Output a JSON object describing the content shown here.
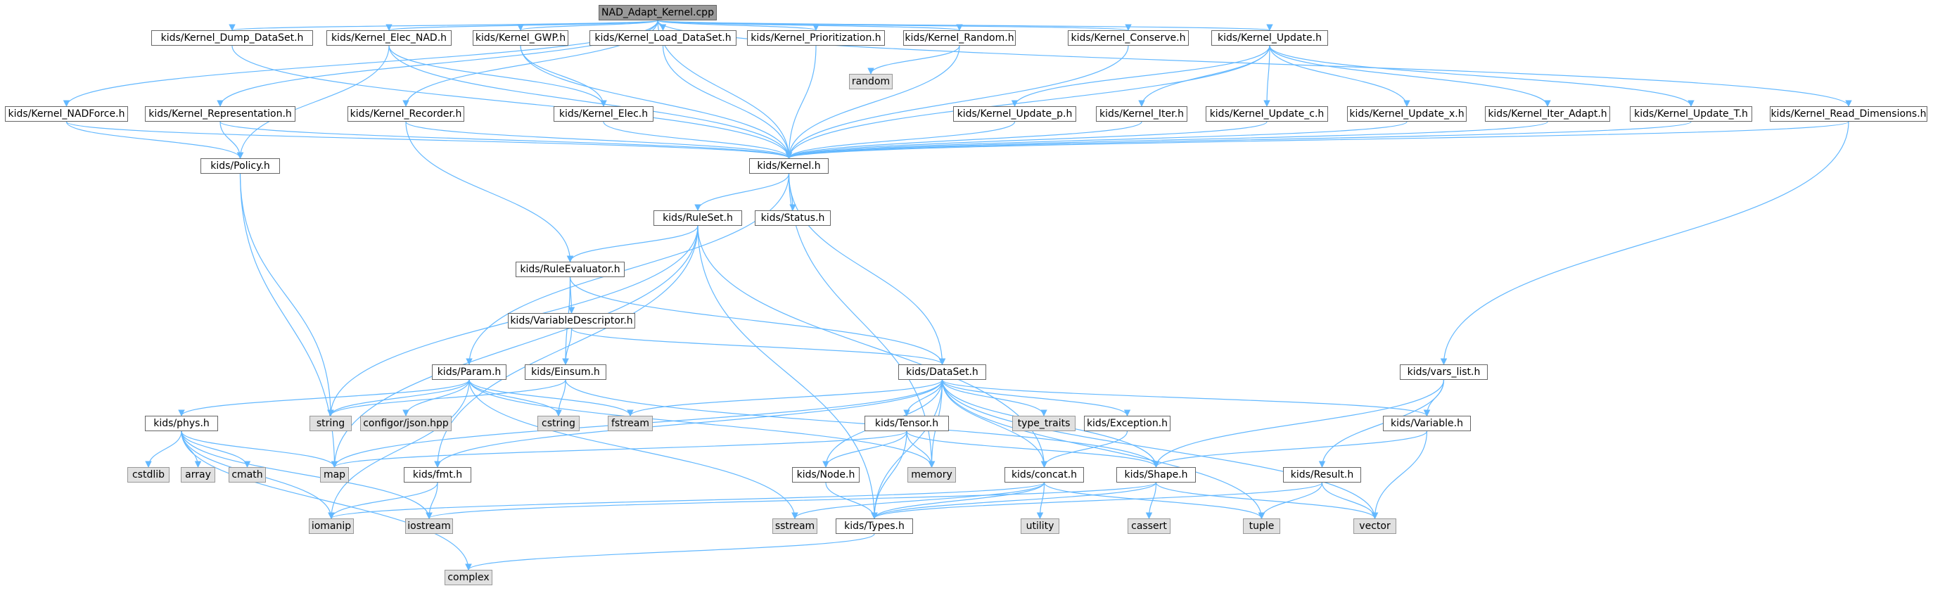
{
  "colors": {
    "edge": "#63b8ff",
    "node_border": "#666666",
    "root_fill": "#999999",
    "system_fill": "#e0e0e0"
  },
  "nodes": {
    "root": "NAD_Adapt_Kernel.cpp",
    "k_dump": "kids/Kernel_Dump_DataSet.h",
    "k_elec_nad": "kids/Kernel_Elec_NAD.h",
    "k_gwp": "kids/Kernel_GWP.h",
    "k_load": "kids/Kernel_Load_DataSet.h",
    "k_prio": "kids/Kernel_Prioritization.h",
    "k_random": "kids/Kernel_Random.h",
    "k_conserve": "kids/Kernel_Conserve.h",
    "k_update": "kids/Kernel_Update.h",
    "random": "random",
    "k_nadforce": "kids/Kernel_NADForce.h",
    "k_repr": "kids/Kernel_Representation.h",
    "k_recorder": "kids/Kernel_Recorder.h",
    "k_elec": "kids/Kernel_Elec.h",
    "k_update_p": "kids/Kernel_Update_p.h",
    "k_iter": "kids/Kernel_Iter.h",
    "k_update_c": "kids/Kernel_Update_c.h",
    "k_update_x": "kids/Kernel_Update_x.h",
    "k_iter_adapt": "kids/Kernel_Iter_Adapt.h",
    "k_update_t": "kids/Kernel_Update_T.h",
    "k_read_dims": "kids/Kernel_Read_Dimensions.h",
    "policy": "kids/Policy.h",
    "kernel": "kids/Kernel.h",
    "ruleset": "kids/RuleSet.h",
    "status": "kids/Status.h",
    "ruleeval": "kids/RuleEvaluator.h",
    "vardesc": "kids/VariableDescriptor.h",
    "param": "kids/Param.h",
    "einsum": "kids/Einsum.h",
    "dataset": "kids/DataSet.h",
    "vars_list": "kids/vars_list.h",
    "string": "string",
    "configor": "configor/json.hpp",
    "cstring": "cstring",
    "fstream": "fstream",
    "type_traits": "type_traits",
    "exception": "kids/Exception.h",
    "variable": "kids/Variable.h",
    "phys": "kids/phys.h",
    "tensor": "kids/Tensor.h",
    "cstdlib": "cstdlib",
    "array": "array",
    "cmath": "cmath",
    "map": "map",
    "fmt": "kids/fmt.h",
    "node": "kids/Node.h",
    "memory": "memory",
    "concat": "kids/concat.h",
    "shape": "kids/Shape.h",
    "result": "kids/Result.h",
    "iomanip": "iomanip",
    "iostream": "iostream",
    "utility": "utility",
    "sstream": "sstream",
    "types": "kids/Types.h",
    "cassert": "cassert",
    "tuple": "tuple",
    "vector": "vector",
    "complex": "complex"
  },
  "edges": [
    [
      "root",
      "k_dump"
    ],
    [
      "root",
      "k_elec_nad"
    ],
    [
      "root",
      "k_gwp"
    ],
    [
      "root",
      "k_load"
    ],
    [
      "root",
      "k_prio"
    ],
    [
      "root",
      "k_random"
    ],
    [
      "root",
      "k_conserve"
    ],
    [
      "root",
      "k_update"
    ],
    [
      "root",
      "k_nadforce"
    ],
    [
      "root",
      "k_repr"
    ],
    [
      "root",
      "k_recorder"
    ],
    [
      "root",
      "k_read_dims"
    ],
    [
      "root",
      "kernel"
    ],
    [
      "k_dump",
      "kernel"
    ],
    [
      "k_elec_nad",
      "k_elec"
    ],
    [
      "k_elec_nad",
      "policy"
    ],
    [
      "k_elec_nad",
      "kernel"
    ],
    [
      "k_gwp",
      "k_elec"
    ],
    [
      "k_gwp",
      "kernel"
    ],
    [
      "k_load",
      "kernel"
    ],
    [
      "k_prio",
      "kernel"
    ],
    [
      "k_random",
      "random"
    ],
    [
      "k_random",
      "kernel"
    ],
    [
      "k_conserve",
      "kernel"
    ],
    [
      "k_update",
      "k_update_p"
    ],
    [
      "k_update",
      "k_iter"
    ],
    [
      "k_update",
      "k_update_c"
    ],
    [
      "k_update",
      "k_update_x"
    ],
    [
      "k_update",
      "k_iter_adapt"
    ],
    [
      "k_update",
      "k_update_t"
    ],
    [
      "k_update",
      "kernel"
    ],
    [
      "k_nadforce",
      "policy"
    ],
    [
      "k_nadforce",
      "kernel"
    ],
    [
      "k_repr",
      "policy"
    ],
    [
      "k_repr",
      "kernel"
    ],
    [
      "k_recorder",
      "ruleeval"
    ],
    [
      "k_recorder",
      "kernel"
    ],
    [
      "k_elec",
      "kernel"
    ],
    [
      "k_update_p",
      "kernel"
    ],
    [
      "k_iter",
      "kernel"
    ],
    [
      "k_update_c",
      "kernel"
    ],
    [
      "k_update_x",
      "kernel"
    ],
    [
      "k_iter_adapt",
      "kernel"
    ],
    [
      "k_update_t",
      "kernel"
    ],
    [
      "k_read_dims",
      "kernel"
    ],
    [
      "k_read_dims",
      "vars_list"
    ],
    [
      "policy",
      "string"
    ],
    [
      "policy",
      "map"
    ],
    [
      "kernel",
      "ruleset"
    ],
    [
      "kernel",
      "status"
    ],
    [
      "kernel",
      "param"
    ],
    [
      "kernel",
      "dataset"
    ],
    [
      "kernel",
      "memory"
    ],
    [
      "ruleset",
      "ruleeval"
    ],
    [
      "ruleset",
      "string"
    ],
    [
      "ruleset",
      "map"
    ],
    [
      "ruleset",
      "fmt"
    ],
    [
      "ruleset",
      "concat"
    ],
    [
      "ruleset",
      "types"
    ],
    [
      "ruleeval",
      "vardesc"
    ],
    [
      "ruleeval",
      "einsum"
    ],
    [
      "ruleeval",
      "dataset"
    ],
    [
      "vardesc",
      "einsum"
    ],
    [
      "vardesc",
      "dataset"
    ],
    [
      "param",
      "phys"
    ],
    [
      "param",
      "string"
    ],
    [
      "param",
      "configor"
    ],
    [
      "param",
      "cstring"
    ],
    [
      "param",
      "fstream"
    ],
    [
      "param",
      "memory"
    ],
    [
      "param",
      "sstream"
    ],
    [
      "param",
      "iomanip"
    ],
    [
      "einsum",
      "string"
    ],
    [
      "einsum",
      "cstring"
    ],
    [
      "einsum",
      "shape"
    ],
    [
      "dataset",
      "fstream"
    ],
    [
      "dataset",
      "type_traits"
    ],
    [
      "dataset",
      "exception"
    ],
    [
      "dataset",
      "variable"
    ],
    [
      "dataset",
      "tensor"
    ],
    [
      "dataset",
      "map"
    ],
    [
      "dataset",
      "node"
    ],
    [
      "dataset",
      "memory"
    ],
    [
      "dataset",
      "concat"
    ],
    [
      "dataset",
      "shape"
    ],
    [
      "dataset",
      "types"
    ],
    [
      "dataset",
      "tuple"
    ],
    [
      "dataset",
      "vector"
    ],
    [
      "dataset",
      "fmt"
    ],
    [
      "vars_list",
      "variable"
    ],
    [
      "vars_list",
      "shape"
    ],
    [
      "vars_list",
      "result"
    ],
    [
      "exception",
      "concat"
    ],
    [
      "variable",
      "shape"
    ],
    [
      "variable",
      "vector"
    ],
    [
      "phys",
      "cstdlib"
    ],
    [
      "phys",
      "array"
    ],
    [
      "phys",
      "cmath"
    ],
    [
      "phys",
      "map"
    ],
    [
      "phys",
      "iomanip"
    ],
    [
      "phys",
      "iostream"
    ],
    [
      "phys",
      "complex"
    ],
    [
      "tensor",
      "node"
    ],
    [
      "tensor",
      "map"
    ],
    [
      "tensor",
      "memory"
    ],
    [
      "tensor",
      "shape"
    ],
    [
      "tensor",
      "types"
    ],
    [
      "fmt",
      "iomanip"
    ],
    [
      "fmt",
      "iostream"
    ],
    [
      "node",
      "types"
    ],
    [
      "concat",
      "utility"
    ],
    [
      "concat",
      "sstream"
    ],
    [
      "concat",
      "iomanip"
    ],
    [
      "concat",
      "tuple"
    ],
    [
      "concat",
      "types"
    ],
    [
      "shape",
      "cassert"
    ],
    [
      "shape",
      "vector"
    ],
    [
      "shape",
      "iostream"
    ],
    [
      "shape",
      "types"
    ],
    [
      "result",
      "types"
    ],
    [
      "result",
      "tuple"
    ],
    [
      "result",
      "vector"
    ],
    [
      "types",
      "complex"
    ]
  ]
}
